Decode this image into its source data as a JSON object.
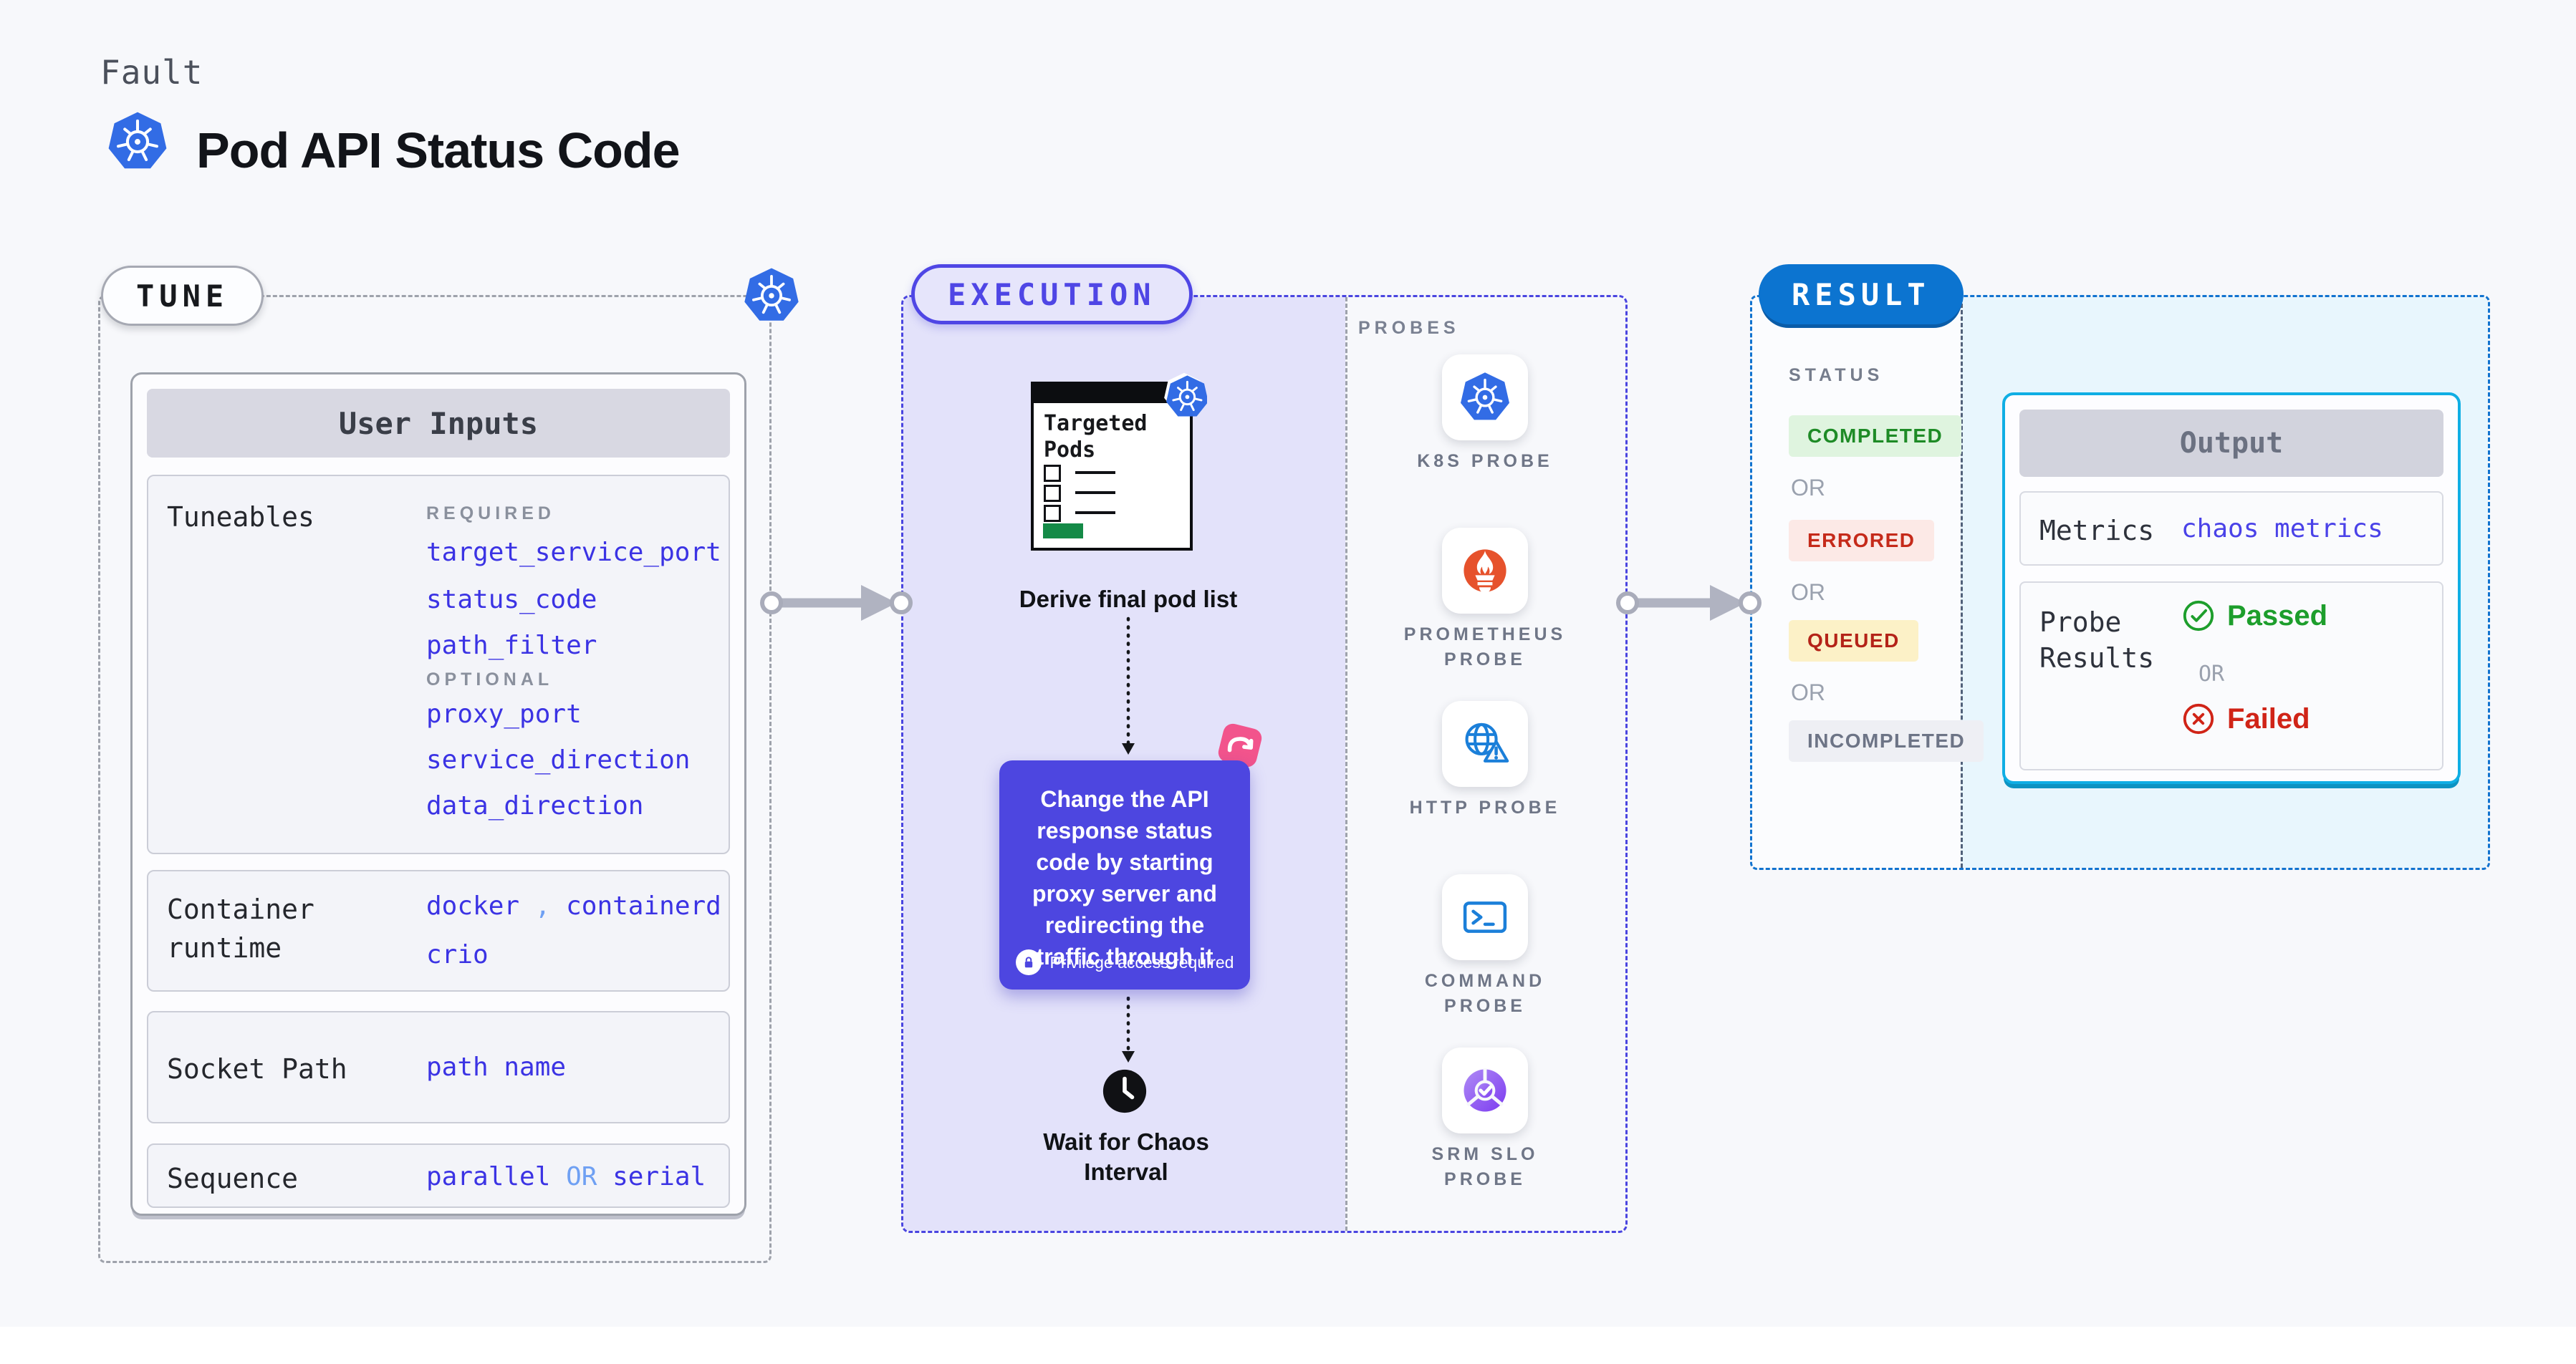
{
  "header": {
    "eyebrow": "Fault",
    "title": "Pod API Status Code"
  },
  "tune": {
    "pill": "TUNE",
    "user_inputs": {
      "title": "User Inputs",
      "tuneables": {
        "label": "Tuneables",
        "required_heading": "REQUIRED",
        "required": [
          "target_service_port",
          "status_code",
          "path_filter"
        ],
        "optional_heading": "OPTIONAL",
        "optional": [
          "proxy_port",
          "service_direction",
          "data_direction"
        ]
      },
      "container_runtime": {
        "label": "Container runtime",
        "value_1": "docker",
        "separator": ",",
        "value_2": "containerd",
        "value_3": "crio"
      },
      "socket_path": {
        "label": "Socket Path",
        "value": "path name"
      },
      "sequence": {
        "label": "Sequence",
        "value_1": "parallel",
        "connector": "OR",
        "value_2": "serial"
      }
    }
  },
  "execution": {
    "pill": "EXECUTION",
    "targeted_pods_title": "Targeted Pods",
    "derive_caption": "Derive final pod list",
    "action_text": "Change the API response status code by starting proxy server and redirecting the traffic through it",
    "privilege_note": "Privilege access required",
    "wait_caption": "Wait for Chaos Interval",
    "probes_heading": "PROBES",
    "probes": [
      {
        "label": "K8S PROBE",
        "icon": "kubernetes-icon"
      },
      {
        "label": "PROMETHEUS PROBE",
        "icon": "prometheus-icon"
      },
      {
        "label": "HTTP PROBE",
        "icon": "globe-warning-icon"
      },
      {
        "label": "COMMAND PROBE",
        "icon": "terminal-icon"
      },
      {
        "label": "SRM SLO PROBE",
        "icon": "slo-pie-check-icon"
      }
    ]
  },
  "result": {
    "pill": "RESULT",
    "status_heading": "STATUS",
    "or_label": "OR",
    "statuses": [
      {
        "label": "COMPLETED",
        "state": "completed"
      },
      {
        "label": "ERRORED",
        "state": "errored"
      },
      {
        "label": "QUEUED",
        "state": "queued"
      },
      {
        "label": "INCOMPLETED",
        "state": "incompleted"
      }
    ],
    "output": {
      "title": "Output",
      "metrics_label": "Metrics",
      "metrics_value": "chaos metrics",
      "probe_results_label": "Probe Results",
      "passed_label": "Passed",
      "or_label": "OR",
      "failed_label": "Failed"
    }
  },
  "colors": {
    "background": "#F7F8FB",
    "k8s_blue": "#326CE5",
    "indigo_accent": "#4F46E5",
    "lavender_fill": "#E3E2FA",
    "result_blue": "#0C74D0",
    "output_cyan": "#0FAEE4",
    "value_blue": "#3B33E4",
    "link_light_blue": "#6FA0F3",
    "success_green": "#1D9E2C",
    "fail_red": "#D02417",
    "prometheus_orange": "#E6522C",
    "chaos_pink": "#F2548C",
    "pods_green": "#148A47"
  }
}
